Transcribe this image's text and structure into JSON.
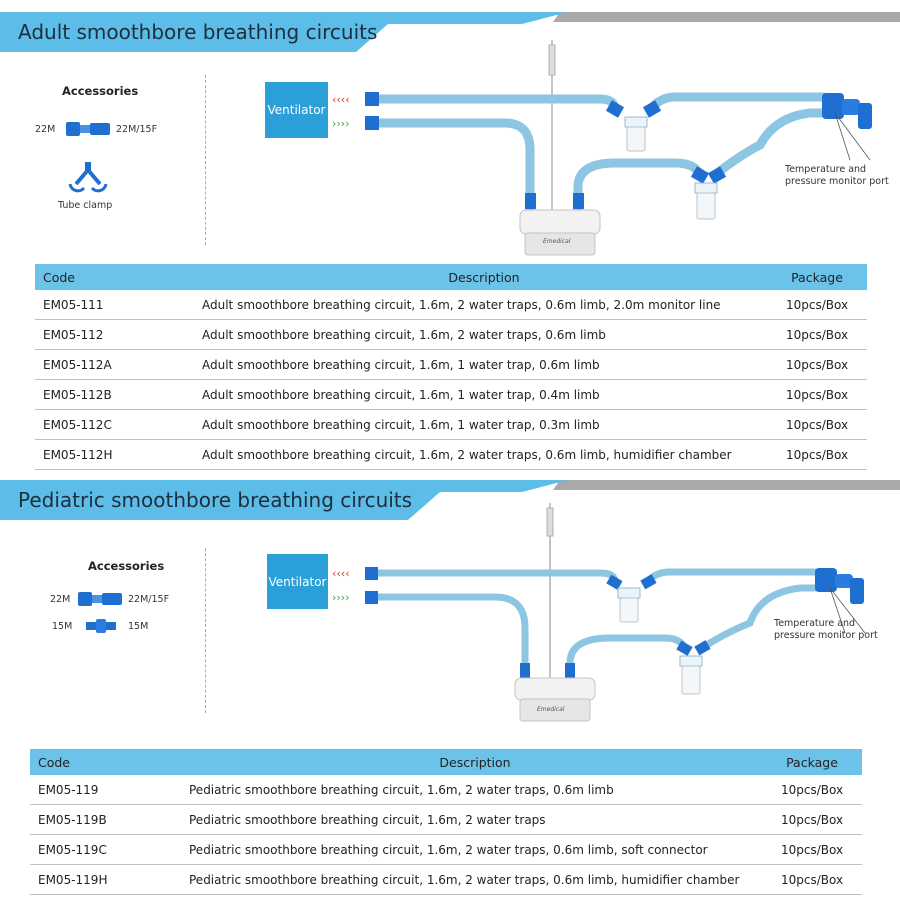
{
  "adult": {
    "title": "Adult smoothbore breathing circuits",
    "accessories": {
      "title": "Accessories",
      "connector_left": "22M",
      "connector_right": "22M/15F",
      "clamp_label": "Tube clamp"
    },
    "diagram": {
      "ventilator": "Ventilator",
      "port_label_1": "Temperature and",
      "port_label_2": "pressure monitor port",
      "brand": "Emedical"
    },
    "table": {
      "headers": [
        "Code",
        "Description",
        "Package"
      ],
      "rows": [
        {
          "code": "EM05-111",
          "description": "Adult smoothbore breathing circuit, 1.6m, 2 water traps, 0.6m limb, 2.0m monitor line",
          "package": "10pcs/Box"
        },
        {
          "code": "EM05-112",
          "description": "Adult smoothbore breathing circuit, 1.6m, 2 water traps, 0.6m limb",
          "package": "10pcs/Box"
        },
        {
          "code": "EM05-112A",
          "description": "Adult smoothbore breathing circuit, 1.6m, 1 water trap, 0.6m limb",
          "package": "10pcs/Box"
        },
        {
          "code": "EM05-112B",
          "description": "Adult smoothbore breathing circuit, 1.6m, 1 water trap, 0.4m limb",
          "package": "10pcs/Box"
        },
        {
          "code": "EM05-112C",
          "description": "Adult smoothbore breathing circuit, 1.6m, 1 water trap, 0.3m limb",
          "package": "10pcs/Box"
        },
        {
          "code": "EM05-112H",
          "description": "Adult smoothbore breathing circuit, 1.6m, 2 water traps, 0.6m limb, humidifier chamber",
          "package": "10pcs/Box"
        }
      ]
    }
  },
  "pediatric": {
    "title": "Pediatric smoothbore breathing circuits",
    "accessories": {
      "title": "Accessories",
      "connector1_left": "22M",
      "connector1_right": "22M/15F",
      "connector2_left": "15M",
      "connector2_right": "15M"
    },
    "diagram": {
      "ventilator": "Ventilator",
      "port_label_1": "Temperature and",
      "port_label_2": "pressure monitor port",
      "brand": "Emedical"
    },
    "table": {
      "headers": [
        "Code",
        "Description",
        "Package"
      ],
      "rows": [
        {
          "code": "EM05-119",
          "description": "Pediatric smoothbore breathing circuit, 1.6m, 2 water traps, 0.6m limb",
          "package": "10pcs/Box"
        },
        {
          "code": "EM05-119B",
          "description": "Pediatric smoothbore breathing circuit, 1.6m, 2 water traps",
          "package": "10pcs/Box"
        },
        {
          "code": "EM05-119C",
          "description": "Pediatric smoothbore breathing circuit, 1.6m, 2 water traps, 0.6m limb, soft connector",
          "package": "10pcs/Box"
        },
        {
          "code": "EM05-119H",
          "description": "Pediatric smoothbore breathing circuit, 1.6m, 2 water traps, 0.6m limb, humidifier chamber",
          "package": "10pcs/Box"
        }
      ]
    }
  },
  "colors": {
    "header_blue": "#5bbde8",
    "header_gray": "#a9a9a9",
    "tube_blue": "#8cc6e2",
    "connector_blue": "#1f6fd0",
    "ventilator_blue": "#2a9fd8",
    "table_header": "#6cc3ea"
  }
}
